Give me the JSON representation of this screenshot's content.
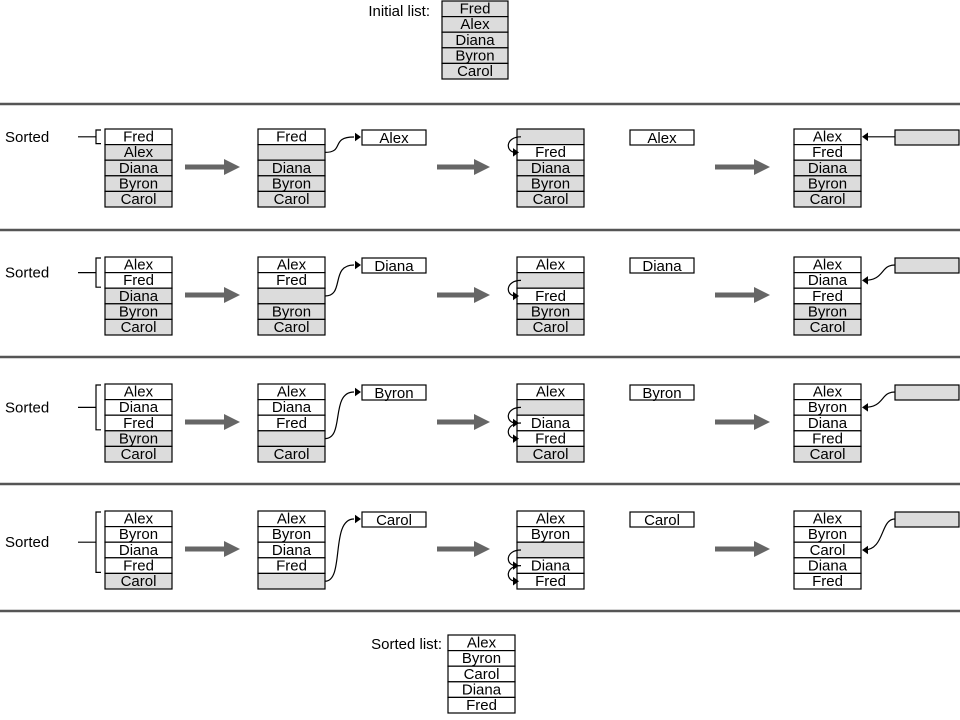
{
  "initial": {
    "label": "Initial list:",
    "items": [
      "Fred",
      "Alex",
      "Diana",
      "Byron",
      "Carol"
    ]
  },
  "final": {
    "label": "Sorted list:",
    "items": [
      "Alex",
      "Byron",
      "Carol",
      "Diana",
      "Fred"
    ]
  },
  "colors": {
    "shaded": "#dcdcdc",
    "divider": "#555555",
    "bigArrow": "#666666",
    "line": "#000000"
  },
  "passes": [
    {
      "sorted_label": "Sorted",
      "held": "Alex",
      "steps": [
        [
          "Fred",
          "Alex",
          "Diana",
          "Byron",
          "Carol"
        ],
        [
          "Fred",
          "",
          "Diana",
          "Byron",
          "Carol"
        ],
        [
          "",
          "Fred",
          "Diana",
          "Byron",
          "Carol"
        ],
        [
          "Alex",
          "Fred",
          "Diana",
          "Byron",
          "Carol"
        ]
      ]
    },
    {
      "sorted_label": "Sorted",
      "held": "Diana",
      "steps": [
        [
          "Alex",
          "Fred",
          "Diana",
          "Byron",
          "Carol"
        ],
        [
          "Alex",
          "Fred",
          "",
          "Byron",
          "Carol"
        ],
        [
          "Alex",
          "",
          "Fred",
          "Byron",
          "Carol"
        ],
        [
          "Alex",
          "Diana",
          "Fred",
          "Byron",
          "Carol"
        ]
      ]
    },
    {
      "sorted_label": "Sorted",
      "held": "Byron",
      "steps": [
        [
          "Alex",
          "Diana",
          "Fred",
          "Byron",
          "Carol"
        ],
        [
          "Alex",
          "Diana",
          "Fred",
          "",
          "Carol"
        ],
        [
          "Alex",
          "",
          "Diana",
          "Fred",
          "Carol"
        ],
        [
          "Alex",
          "Byron",
          "Diana",
          "Fred",
          "Carol"
        ]
      ]
    },
    {
      "sorted_label": "Sorted",
      "held": "Carol",
      "steps": [
        [
          "Alex",
          "Byron",
          "Diana",
          "Fred",
          "Carol"
        ],
        [
          "Alex",
          "Byron",
          "Diana",
          "Fred",
          ""
        ],
        [
          "Alex",
          "Byron",
          "",
          "Diana",
          "Fred"
        ],
        [
          "Alex",
          "Byron",
          "Carol",
          "Diana",
          "Fred"
        ]
      ]
    }
  ]
}
